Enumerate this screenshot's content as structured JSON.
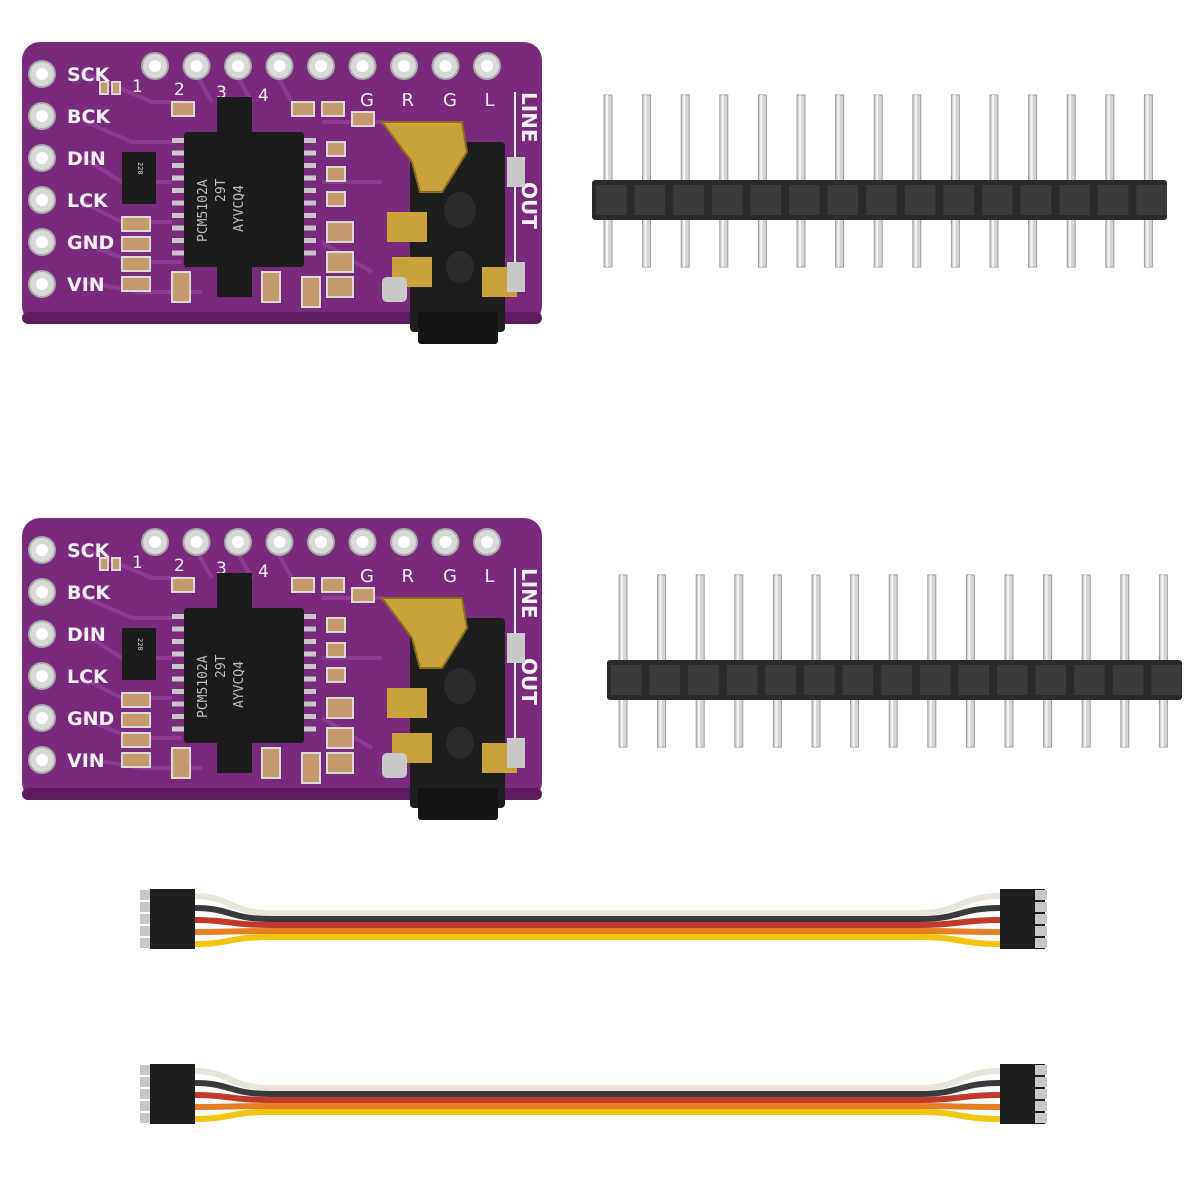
{
  "colors": {
    "pcb": "#7a2a7c",
    "pcb_dark": "#5e1c60",
    "pcb_trace": "#8e3a90",
    "silkscreen": "#f4f1f6",
    "gold": "#c9a23a",
    "silver": "#c8c8c8",
    "header_plastic": "#2a2a2a",
    "jack_body": "#1e1e1e"
  },
  "boards": [
    {
      "left_pins": [
        "SCK",
        "BCK",
        "DIN",
        "LCK",
        "GND",
        "VIN"
      ],
      "top_numbers": [
        "1",
        "2",
        "3",
        "4"
      ],
      "top_letters": [
        "G",
        "R",
        "G",
        "L"
      ],
      "side_labels": [
        "LINE",
        "OUT"
      ],
      "chip_lines": [
        "PCM5102A",
        "29T",
        "AYVCQ4"
      ],
      "resistor_code": "220"
    },
    {
      "left_pins": [
        "SCK",
        "BCK",
        "DIN",
        "LCK",
        "GND",
        "VIN"
      ],
      "top_numbers": [
        "1",
        "2",
        "3",
        "4"
      ],
      "top_letters": [
        "G",
        "R",
        "G",
        "L"
      ],
      "side_labels": [
        "LINE",
        "OUT"
      ],
      "chip_lines": [
        "PCM5102A",
        "29T",
        "AYVCQ4"
      ],
      "resistor_code": "220"
    }
  ],
  "headers": [
    {
      "pin_count": 15
    },
    {
      "pin_count": 15
    }
  ],
  "cables": [
    {
      "wire_colors": [
        "#e9e4da",
        "#3a3a3a",
        "#c0392b",
        "#e67e22",
        "#f1c40f"
      ]
    },
    {
      "wire_colors": [
        "#e9e4da",
        "#3a3a3a",
        "#c0392b",
        "#e67e22",
        "#f1c40f"
      ]
    }
  ]
}
